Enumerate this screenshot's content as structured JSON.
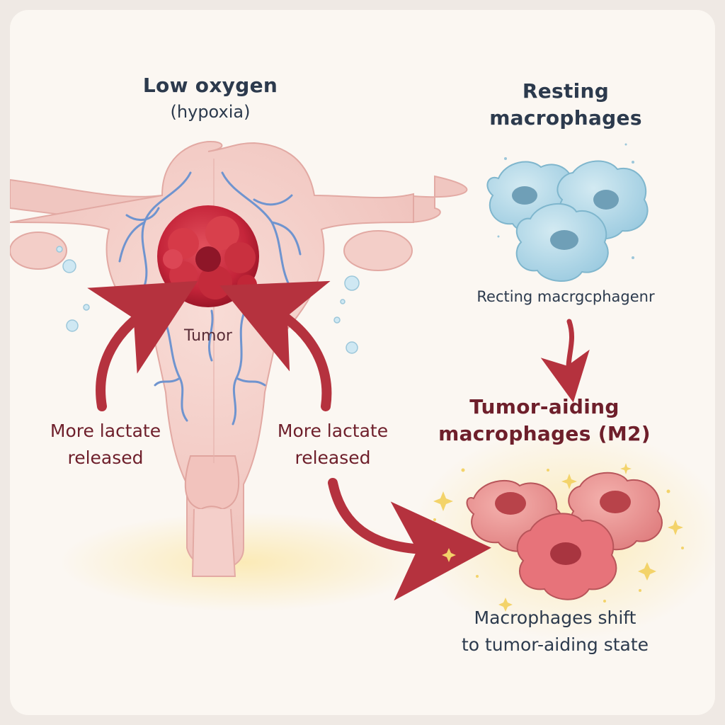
{
  "labels": {
    "low_oxygen": "Low oxygen",
    "hypoxia": "(hypoxia)",
    "resting_title_line1": "Resting",
    "resting_title_line2": "macrophages",
    "resting_caption": "Recting macrgcphagenr",
    "tumor": "Tumor",
    "lactate_left_line1": "More lactate",
    "lactate_left_line2": "released",
    "lactate_right_line1": "More lactate",
    "lactate_right_line2": "released",
    "m2_line1": "Tumor-aiding",
    "m2_line2": "macrophages (M2)",
    "shift_line1": "Macrophages shift",
    "shift_line2": "to tumor-aiding state"
  },
  "colors": {
    "background": "#fbf7f2",
    "uterus": "#f2c9c4",
    "tumor": "#c8283a",
    "vessels": "#6f94cf",
    "resting_macrophage": "#a9d3e3",
    "m2_macrophage": "#e88a88",
    "arrow": "#b5323e",
    "text_dark": "#2c3a4d",
    "text_maroon": "#6e1f2b",
    "sparkle": "#f3d36a"
  }
}
